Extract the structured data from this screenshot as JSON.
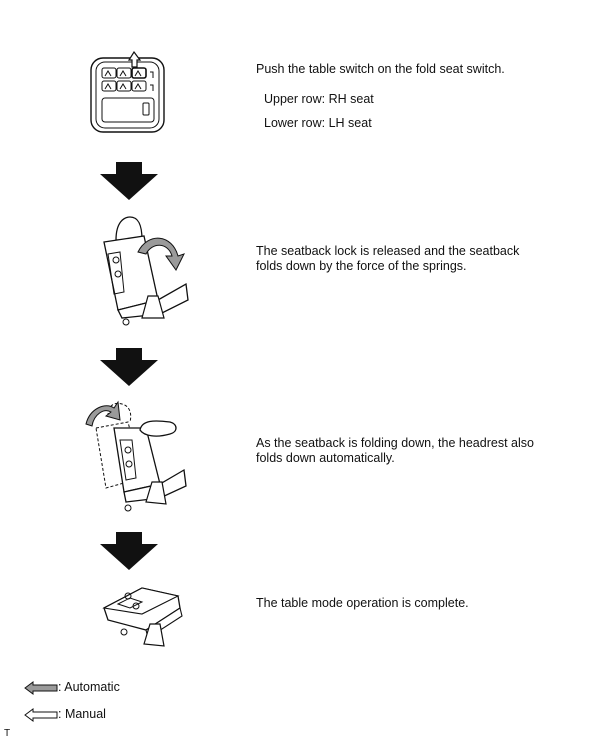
{
  "steps": [
    {
      "text": "Push the table switch on the fold seat switch.",
      "notes": [
        "Upper row: RH seat",
        "Lower row: LH seat"
      ]
    },
    {
      "text_lines": [
        "The seatback lock is released and the seatback",
        "folds down by the force of the springs."
      ]
    },
    {
      "text_lines": [
        "As the seatback is folding down, the headrest also",
        "folds down automatically."
      ]
    },
    {
      "text": "The table mode operation is complete."
    }
  ],
  "legend": {
    "automatic": ": Automatic",
    "manual": ": Manual"
  },
  "footer_mark": "T",
  "colors": {
    "automatic_arrow": "#9a9a9a",
    "flow_arrow": "#111111"
  }
}
